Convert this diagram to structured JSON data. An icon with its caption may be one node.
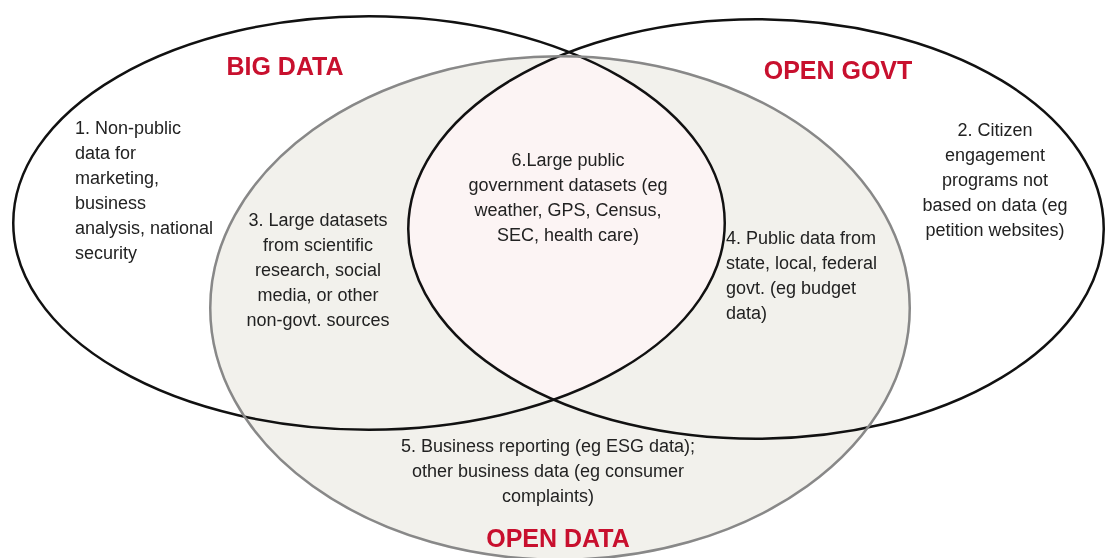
{
  "diagram": {
    "nodes": [
      {
        "text": [
          "BIG DATA"
        ]
      },
      {
        "text": [
          "OPEN GOVT"
        ]
      },
      {
        "text": [
          "OPEN DATA"
        ]
      }
    ],
    "labels": [
      "1. Non-public data for marketing, business analysis, national security",
      "6.Large public government datasets (eg weather, GPS, Census, SEC, health care)",
      "2. Citizen engagement programs not based on data (eg petition websites)",
      "3. Large datasets from scientific research, social media, or other non-govt. sources",
      "4. Public data from state, local, federal govt. (eg budget data)",
      "5. Business reporting (eg ESG data); other business data (eg consumer complaints)"
    ]
  }
}
